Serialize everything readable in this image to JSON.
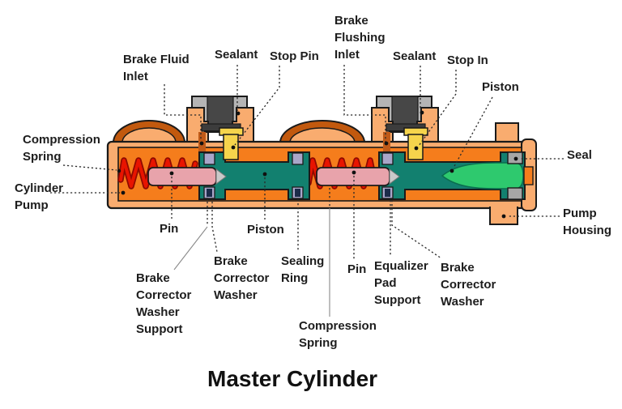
{
  "title": "Master Cylinder",
  "colors": {
    "body": "#F9AC6F",
    "interior": "#F57D1C",
    "dome": "#C2590E",
    "teal": "#12806F",
    "spring": "#E81400",
    "spring_dark": "#8F0A00",
    "rod": "#E8A3AB",
    "pin": "#F6D44C",
    "cap": "#B5B5B5",
    "plug": "#474747",
    "bar": "#3C3C3C",
    "washer": "#A9A6C9",
    "seal": "#A6A6A6",
    "cone": "#2EC96E",
    "navy": "#1C2B4A",
    "channel": "#C05A18",
    "outline": "#1A1A1A"
  },
  "labels": {
    "brake_fluid_inlet": "Brake Fluid\nInlet",
    "sealant_left": "Sealant",
    "stop_pin": "Stop Pin",
    "brake_flushing_inlet": "Brake\nFlushing\nInlet",
    "sealant_right": "Sealant",
    "stop_in": "Stop In",
    "piston_top": "Piston",
    "seal": "Seal",
    "compression_spring_left": "Compression\nSpring",
    "cylinder_pump": "Cylinder\nPump",
    "pump_housing": "Pump\nHousing",
    "pin_left": "Pin",
    "piston_bottom": "Piston",
    "brake_corrector_washer_support": "Brake\nCorrector\nWasher\nSupport",
    "brake_corrector_washer_mid": "Brake\nCorrector\nWasher",
    "sealing_ring": "Sealing\nRing",
    "compression_spring_bottom": "Compression\nSpring",
    "pin_right": "Pin",
    "equalizer_pad_support": "Equalizer\nPad\nSupport",
    "brake_corrector_washer_right": "Brake\nCorrector\nWasher"
  }
}
